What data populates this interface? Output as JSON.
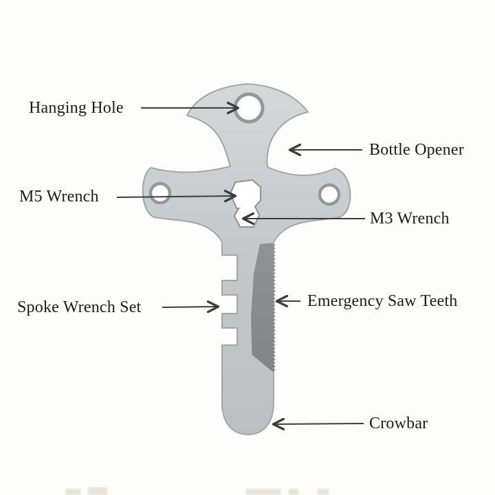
{
  "diagram": {
    "subject": "Multi-tool feature annotation diagram",
    "labels": [
      {
        "id": "hanging-hole",
        "text": "Hanging Hole",
        "side": "left",
        "arrow_direction": "right"
      },
      {
        "id": "bottle-opener",
        "text": "Bottle Opener",
        "side": "right",
        "arrow_direction": "left"
      },
      {
        "id": "m5-wrench",
        "text": "M5 Wrench",
        "side": "left",
        "arrow_direction": "right"
      },
      {
        "id": "m3-wrench",
        "text": "M3 Wrench",
        "side": "right",
        "arrow_direction": "left"
      },
      {
        "id": "spoke-wrench-set",
        "text": "Spoke Wrench Set",
        "side": "left",
        "arrow_direction": "right"
      },
      {
        "id": "emergency-saw-teeth",
        "text": "Emergency Saw Teeth",
        "side": "right",
        "arrow_direction": "left"
      },
      {
        "id": "crowbar",
        "text": "Crowbar",
        "side": "right",
        "arrow_direction": "left"
      }
    ],
    "colors": {
      "background": "#fdfdfb",
      "label_text": "#1c1c1c",
      "arrow": "#3c3c3c",
      "tool_body_light": "#d4d6d7",
      "tool_body_dark": "#bdc0c2",
      "tool_rim": "#94989b",
      "saw_bevel": "#8d9093"
    }
  }
}
